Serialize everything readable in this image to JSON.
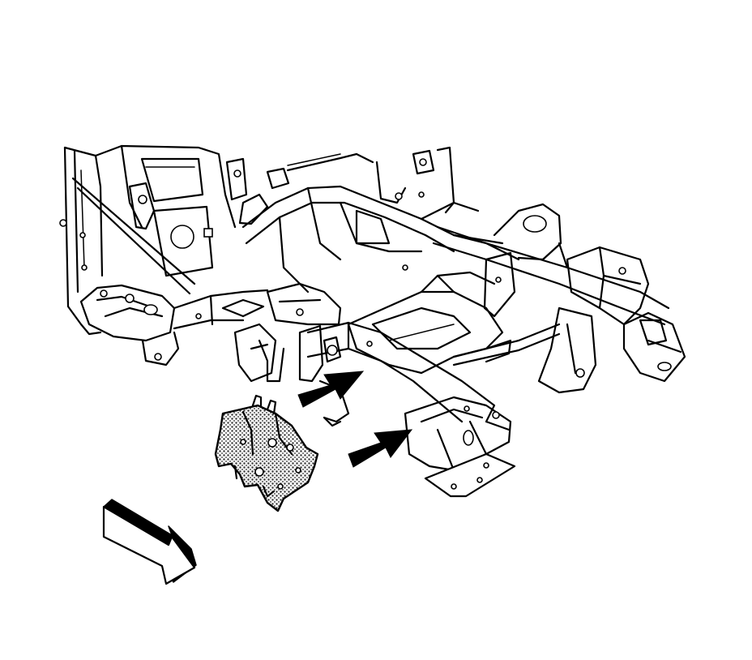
{
  "figure": {
    "subject": "front-frame-assembly-line-drawing",
    "components": {
      "body_structure": "body-panel-outline",
      "frame_rail": "front-frame-rail",
      "crossmember": "frame-crossmember",
      "removed_bracket": "shaded-mount-bracket",
      "callout_arrows": [
        "callout-arrow",
        "callout-arrow"
      ],
      "direction_arrow": "front-direction-arrow"
    },
    "colors": {
      "line": "#000000",
      "background": "#ffffff",
      "bracket_shading": "#777777"
    }
  }
}
